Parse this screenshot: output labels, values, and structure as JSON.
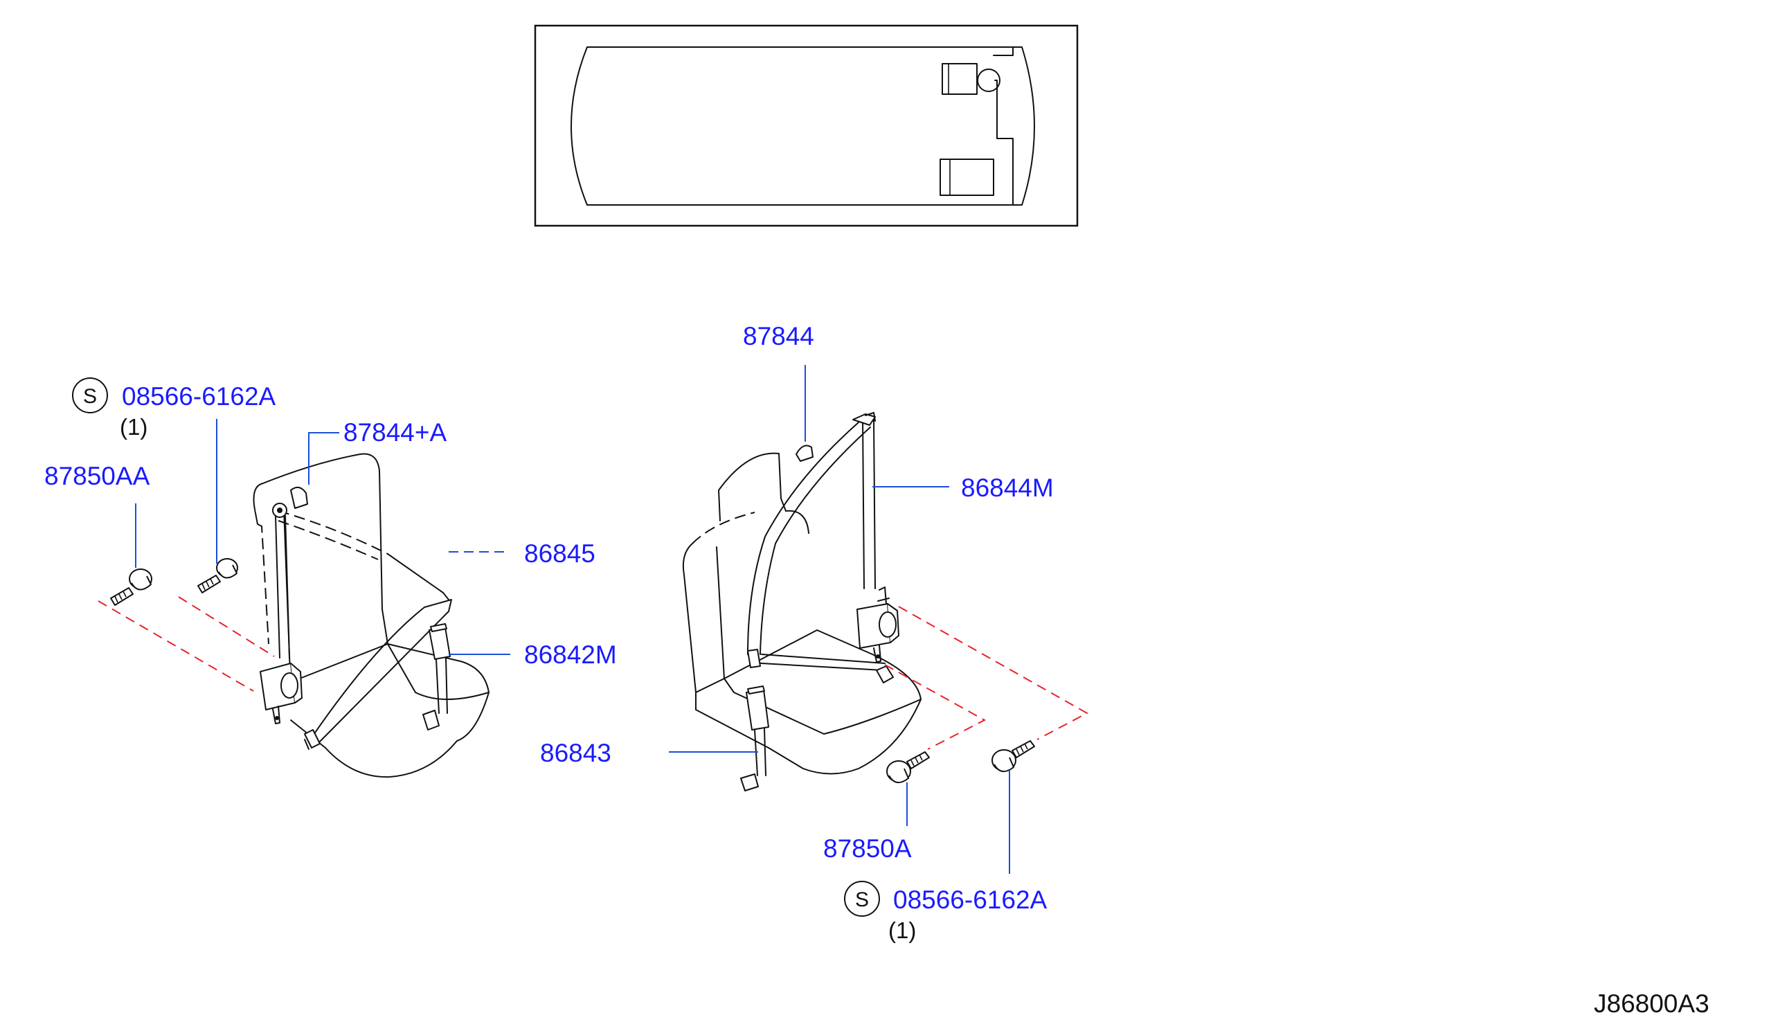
{
  "callouts": {
    "rear_left": {
      "bolt_s_code": "08566-6162A",
      "bolt_s_letter": "S",
      "bolt_s_qty": "(1)",
      "anchor_cover": "87844+A",
      "bolt_aa": "87850AA",
      "belt_hidden": "86845",
      "buckle": "86842M"
    },
    "rear_right": {
      "anchor_cover": "87844",
      "belt_assy": "86844M",
      "buckle": "86843",
      "bolt_a": "87850A",
      "bolt_s_code": "08566-6162A",
      "bolt_s_letter": "S",
      "bolt_s_qty": "(1)"
    }
  },
  "diagram_id": "J86800A3",
  "colors": {
    "part_number": "#1a1aff",
    "leader_line": "#1a4fd6",
    "mounting_line": "#e8232a",
    "outline": "#111111"
  }
}
